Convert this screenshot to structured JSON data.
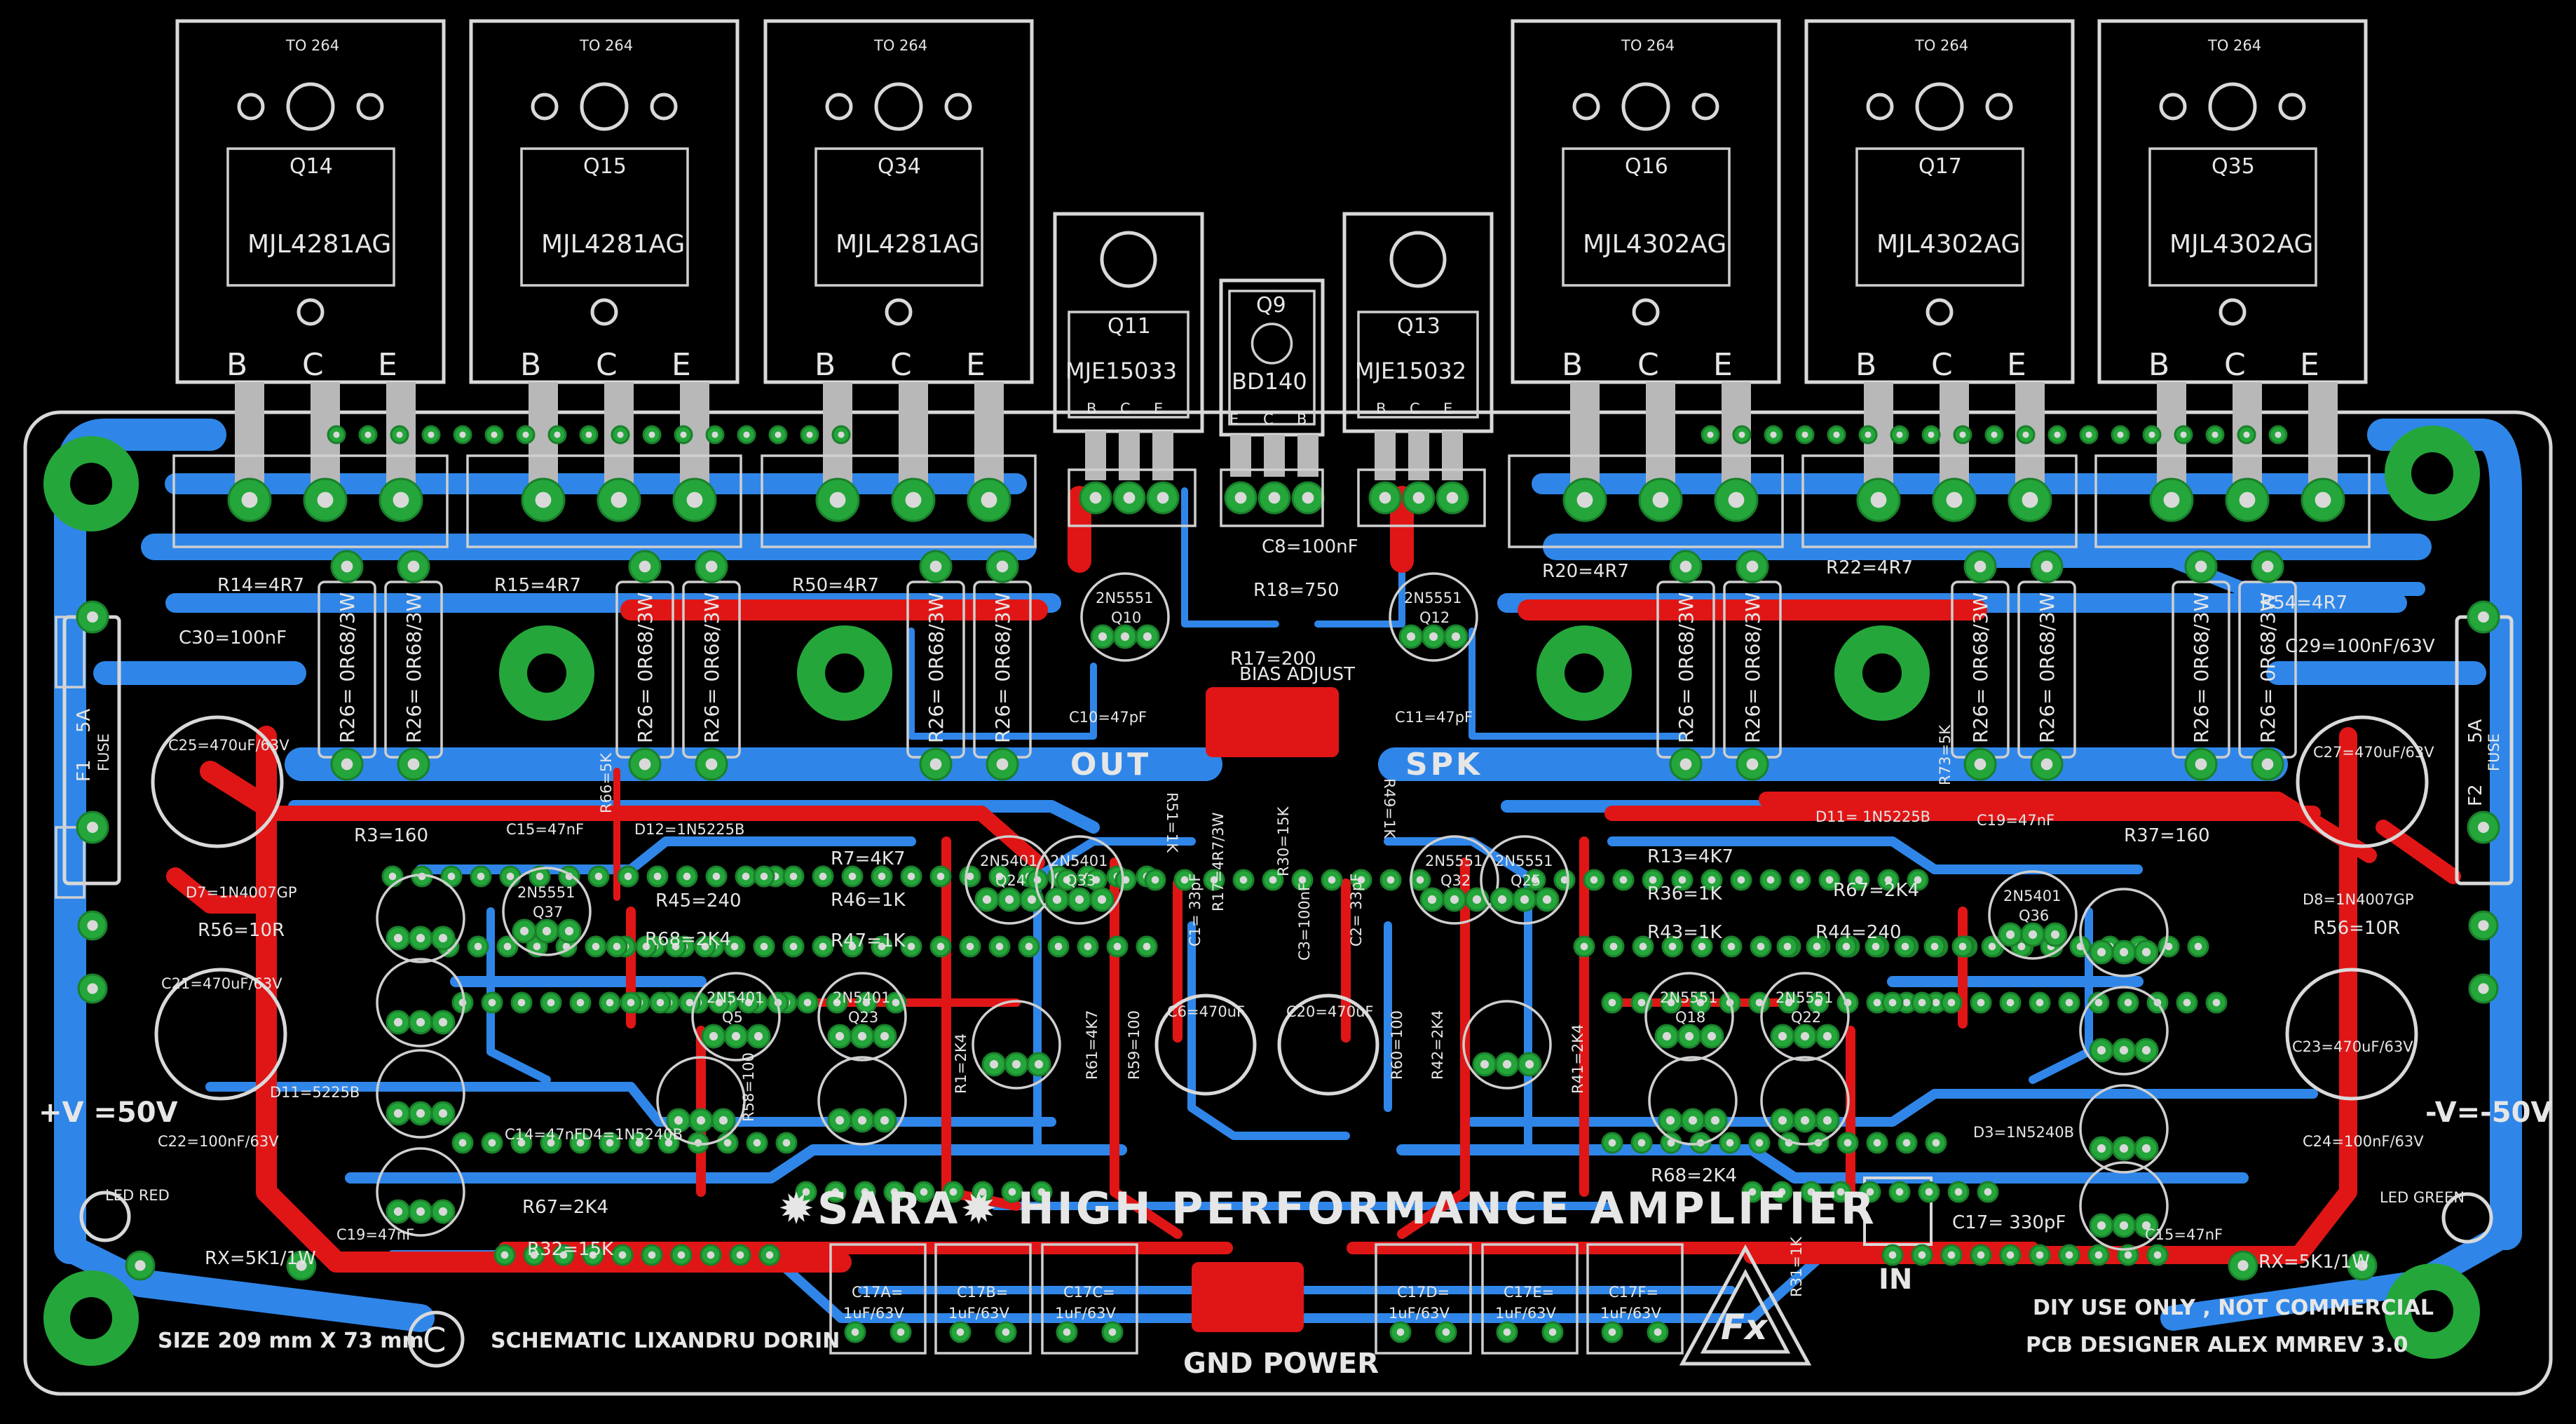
{
  "board": {
    "title": "✹SARA✹ HIGH PERFORMANCE AMPLIFIER",
    "size_note": "SIZE 209 mm X 73 mm",
    "schematic_credit": "SCHEMATIC LIXANDRU DORIN",
    "copyright_symbol": "C",
    "diy_note": "DIY USE  ONLY , NOT COMMERCIAL",
    "designer": "PCB DESIGNER ALEX MM",
    "revision": "REV 3.0",
    "gnd_power": "GND POWER",
    "in_label": "IN",
    "out_label": "OUT",
    "spk_label": "SPK",
    "vplus": "+V =50V",
    "vminus": "-V=-50V",
    "led_red": "LED RED",
    "led_green": "LED GREEN",
    "bias_adjust": "BIAS ADJUST",
    "logo_letters": "Fx",
    "colors": {
      "background": "#000000",
      "top_copper": "#e01616",
      "bottom_copper": "#2f86e8",
      "pads": "#24a63a",
      "silkscreen": "#d9d9d9"
    }
  },
  "power_transistors": [
    {
      "pkg": "TO 264",
      "ref": "Q14",
      "part": "MJL4281AG",
      "pins": [
        "B",
        "C",
        "E"
      ]
    },
    {
      "pkg": "TO 264",
      "ref": "Q15",
      "part": "MJL4281AG",
      "pins": [
        "B",
        "C",
        "E"
      ]
    },
    {
      "pkg": "TO 264",
      "ref": "Q34",
      "part": "MJL4281AG",
      "pins": [
        "B",
        "C",
        "E"
      ]
    },
    {
      "pkg": "TO 264",
      "ref": "Q16",
      "part": "MJL4302AG",
      "pins": [
        "B",
        "C",
        "E"
      ]
    },
    {
      "pkg": "TO 264",
      "ref": "Q17",
      "part": "MJL4302AG",
      "pins": [
        "B",
        "C",
        "E"
      ]
    },
    {
      "pkg": "TO 264",
      "ref": "Q35",
      "part": "MJL4302AG",
      "pins": [
        "B",
        "C",
        "E"
      ]
    }
  ],
  "drivers": [
    {
      "ref": "Q11",
      "part": "MJE15033",
      "pins": [
        "B",
        "C",
        "E"
      ]
    },
    {
      "ref": "Q9",
      "part": "BD140",
      "pins": [
        "E",
        "C",
        "B"
      ]
    },
    {
      "ref": "Q13",
      "part": "MJE15032",
      "pins": [
        "B",
        "C",
        "E"
      ]
    }
  ],
  "resistor_labels": {
    "emitter": "R26= 0R68/3W",
    "r14": "R14=4R7",
    "r15": "R15=4R7",
    "r50": "R50=4R7",
    "r20": "R20=4R7",
    "r22": "R22=4R7",
    "r54": "R54=4R7",
    "r18": "R18=750",
    "r17": "R17=200",
    "r51": "R51=1K",
    "r49": "R49=1K",
    "r66": "R66=5K",
    "r73": "R73=5K",
    "r3": "R3=160",
    "r37": "R37=160",
    "r45": "R45=240",
    "r68a": "R68=2K4",
    "r68b": "R68=2K4",
    "r7": "R7=4K7",
    "r46": "R46=1K",
    "r47": "R47=1K",
    "r13": "R13=4K7",
    "r36": "R36=1K",
    "r43": "R43=1K",
    "r67a": "R67=2K4",
    "r67b": "R67=2K4",
    "r44": "R44=240",
    "r56": "R56=10R",
    "r32": "R32=15K",
    "rx_left": "RX=5K1/1W",
    "rx_right": "RX=5K1/1W",
    "r58": "R58=100",
    "r31": "R31=1K",
    "r1": "R1=2K4",
    "r30": "R30=15K",
    "r17b": "R17=4R7/3W",
    "r41": "R41=2K4",
    "r60": "R60=100",
    "r42": "R42=2K4",
    "r59": "R59=100",
    "r61": "R61=4K7"
  },
  "capacitor_labels": {
    "c30": "C30=100nF",
    "c29": "C29=100nF/63V",
    "c25": "C25=470uF/63V",
    "c27": "C27=470uF/63V",
    "c21": "C21=470uF/63V",
    "c23": "C23=470uF/63V",
    "c22": "C22=100nF/63V",
    "c24": "C24=100nF/63V",
    "c8": "C8=100nF",
    "c10": "C10=47pF",
    "c11": "C11=47pF",
    "c15a": "C15=47nF",
    "c15b": "C15=47nF",
    "c19a": "C19=47nF",
    "c19b": "C19=47nF",
    "c14": "C14=47nF",
    "c6": "C6=470uF",
    "c20": "C20=470uF",
    "c17": "C17= 330pF",
    "c1": "C1= 33pF",
    "c2": "C2= 33pF",
    "c3": "C3=100nF",
    "c17a": "C17A=\n1uF/63V",
    "c17b": "C17B=\n1uF/63V",
    "c17c": "C17C=\n1uF/63V",
    "c17d": "C17D=\n1uF/63V",
    "c17e": "C17E=\n1uF/63V",
    "c17f": "C17F=\n1uF/63V"
  },
  "diode_labels": {
    "d7": "D7=1N4007GP",
    "d8": "D8=1N4007GP",
    "d12": "D12=1N5225B",
    "d11a": "D11= 1N5225B",
    "d11b": "D11=5225B",
    "d4": "D4=1N5240B",
    "d3": "D3=1N5240B"
  },
  "small_transistors": [
    {
      "ref": "Q10",
      "part": "2N5551"
    },
    {
      "ref": "Q12",
      "part": "2N5551"
    },
    {
      "ref": "Q37",
      "part": "2N5551"
    },
    {
      "ref": "Q24",
      "part": "2N5401"
    },
    {
      "ref": "Q33",
      "part": "2N5401"
    },
    {
      "ref": "Q32",
      "part": "2N5551"
    },
    {
      "ref": "Q25",
      "part": "2N5551"
    },
    {
      "ref": "Q36",
      "part": "2N5401"
    },
    {
      "ref": "Q5",
      "part": "2N5401"
    },
    {
      "ref": "Q23",
      "part": "2N5401"
    },
    {
      "ref": "Q18",
      "part": "2N5551"
    },
    {
      "ref": "Q22",
      "part": "2N5551"
    }
  ],
  "fuses": [
    {
      "ref": "F1",
      "value": "5A",
      "label": "FUSE"
    },
    {
      "ref": "F2",
      "value": "5A",
      "label": "FUSE"
    }
  ]
}
